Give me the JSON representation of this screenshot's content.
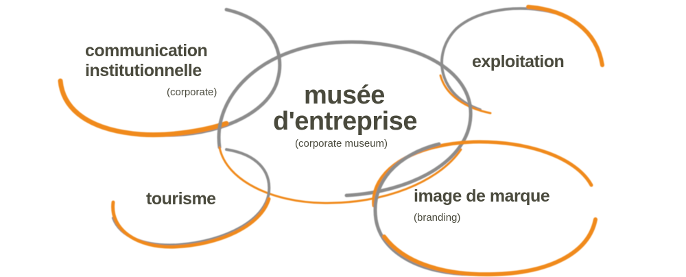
{
  "colors": {
    "orange": "#f08a1c",
    "gray": "#8c8c8c",
    "text": "#4a4a3d"
  },
  "nodes": {
    "communication": {
      "line1": "communication",
      "line2": "institutionnelle",
      "sub": "(corporate)"
    },
    "exploitation": {
      "label": "exploitation"
    },
    "center": {
      "line1": "musée",
      "line2": "d'entreprise",
      "sub": "(corporate museum)"
    },
    "tourisme": {
      "label": "tourisme"
    },
    "image": {
      "label": "image de marque",
      "sub": "(branding)"
    }
  }
}
